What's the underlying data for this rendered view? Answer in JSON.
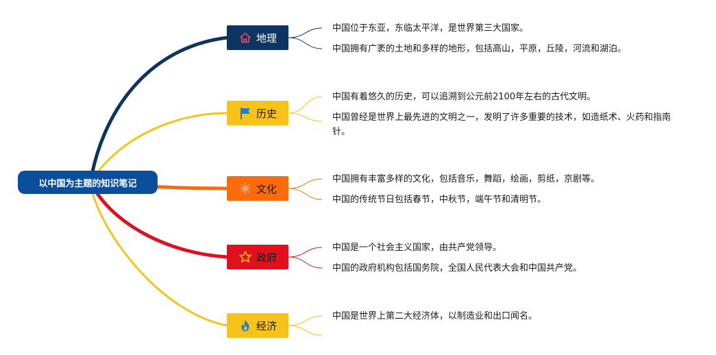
{
  "root": {
    "label": "以中国为主题的知识笔记",
    "color": "#0b4f9c"
  },
  "topics": [
    {
      "label": "地理",
      "icon": "house-icon",
      "color": "#0d3561",
      "text_color": "#ffffff",
      "icon_color": "#e0466b",
      "notes": [
        "中国位于东亚，东临太平洋，是世界第三大国家。",
        "中国拥有广袤的土地和多样的地形，包括高山，平原，丘陵，河流和湖泊。"
      ]
    },
    {
      "label": "历史",
      "icon": "flag-icon",
      "color": "#f7c21a",
      "text_color": "#1a1a1a",
      "icon_color": "#1e7fd6",
      "notes": [
        "中国有着悠久的历史，可以追溯到公元前2100年左右的古代文明。",
        "中国曾经是世界上最先进的文明之一，发明了许多重要的技术，如造纸术、火药和指南针。"
      ]
    },
    {
      "label": "文化",
      "icon": "sun-icon",
      "color": "#fc6b0b",
      "text_color": "#1a1a1a",
      "icon_color": "#f2a77a",
      "notes": [
        "中国拥有丰富多样的文化，包括音乐，舞蹈，绘画，剪纸，京剧等。",
        "中国的传统节日包括春节，中秋节，端午节和清明节。"
      ]
    },
    {
      "label": "政府",
      "icon": "star-icon",
      "color": "#e0101f",
      "text_color": "#1a1a1a",
      "icon_color": "#f7c21a",
      "notes": [
        "中国是一个社会主义国家，由共产党领导。",
        "中国的政府机构包括国务院，全国人民代表大会和中国共产党。"
      ]
    },
    {
      "label": "经济",
      "icon": "flame-icon",
      "color": "#f7c21a",
      "text_color": "#1a1a1a",
      "icon_color": "#1e7fd6",
      "notes": [
        "中国是世界上第二大经济体，以制造业和出口闻名。",
        ""
      ]
    }
  ]
}
